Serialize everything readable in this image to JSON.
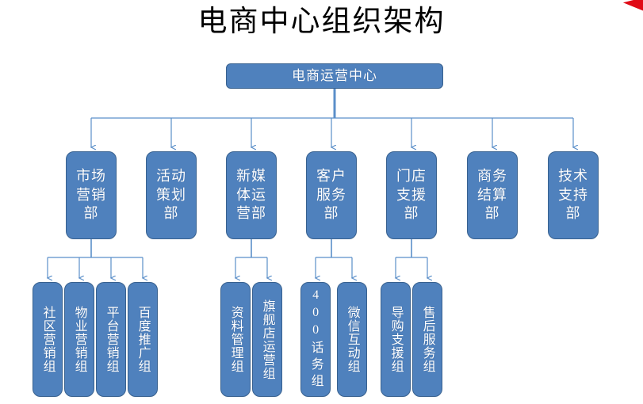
{
  "page": {
    "title": "电商中心组织架构",
    "corner_marker": "red-folded-corner"
  },
  "theme": {
    "box_fill": "#4f81bd",
    "box_border": "#38618f",
    "box_text": "#ffffff",
    "connector": "#5b8fc9",
    "title_text": "#000000",
    "ribbon": "#e00b16",
    "background": "#ffffff"
  },
  "org_chart": {
    "type": "diagram",
    "orientation": "top-down",
    "levels": 3,
    "root": {
      "id": "root",
      "label": "电商运营中心"
    },
    "departments": [
      {
        "id": "dep1",
        "label": "市场营销部",
        "teams": [
          "team1",
          "team2",
          "team3",
          "team4"
        ]
      },
      {
        "id": "dep2",
        "label": "活动策划部",
        "teams": []
      },
      {
        "id": "dep3",
        "label": "新媒体运营部",
        "teams": [
          "team5",
          "team6"
        ]
      },
      {
        "id": "dep4",
        "label": "客户服务部",
        "teams": [
          "team7",
          "team8"
        ]
      },
      {
        "id": "dep5",
        "label": "门店支援部",
        "teams": [
          "team9",
          "team10"
        ]
      },
      {
        "id": "dep6",
        "label": "商务结算部",
        "teams": []
      },
      {
        "id": "dep7",
        "label": "技术支持部",
        "teams": []
      }
    ],
    "teams": [
      {
        "id": "team1",
        "label": "社区营销组",
        "parent": "dep1"
      },
      {
        "id": "team2",
        "label": "物业营销组",
        "parent": "dep1"
      },
      {
        "id": "team3",
        "label": "平台营销组",
        "parent": "dep1"
      },
      {
        "id": "team4",
        "label": "百度推广组",
        "parent": "dep1"
      },
      {
        "id": "team5",
        "label": "资料管理组",
        "parent": "dep3"
      },
      {
        "id": "team6",
        "label": "旗舰店运营组",
        "parent": "dep3"
      },
      {
        "id": "team7",
        "label": "400话务组",
        "parent": "dep4"
      },
      {
        "id": "team8",
        "label": "微信互动组",
        "parent": "dep4"
      },
      {
        "id": "team9",
        "label": "导购支援组",
        "parent": "dep5"
      },
      {
        "id": "team10",
        "label": "售后服务组",
        "parent": "dep5"
      }
    ]
  }
}
